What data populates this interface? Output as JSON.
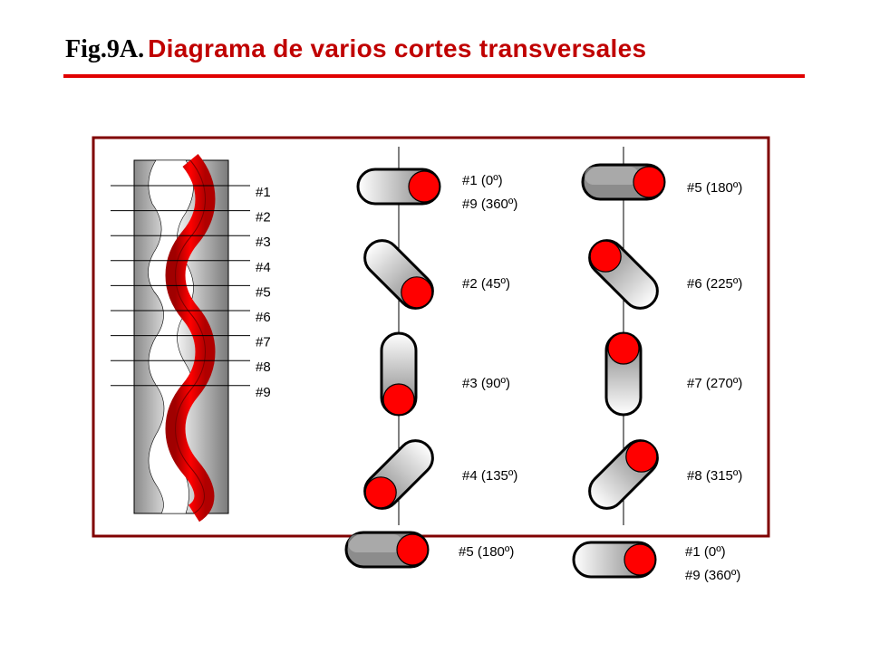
{
  "title": {
    "prefix": "Fig.9A.",
    "main": "Diagrama de varios cortes transversales"
  },
  "colors": {
    "title_text": "#c00000",
    "title_rule": "#e00000",
    "frame": "#800000",
    "red_dot": "#ff0000",
    "pill_gray": "#909090"
  },
  "sections": [
    "#1",
    "#2",
    "#3",
    "#4",
    "#5",
    "#6",
    "#7",
    "#8",
    "#9"
  ],
  "orientations": [
    {
      "label_1": "#1 (0º)",
      "label_2": "#9 (360º)"
    },
    {
      "label_1": "#2 (45º)"
    },
    {
      "label_1": "#3 (90º)"
    },
    {
      "label_1": "#4 (135º)"
    },
    {
      "label_1": "#5 (180º)"
    },
    {
      "label_1": "#5 (180º)"
    },
    {
      "label_1": "#6 (225º)"
    },
    {
      "label_1": "#7 (270º)"
    },
    {
      "label_1": "#8 (315º)"
    },
    {
      "label_1": "#1 (0º)",
      "label_2": "#9 (360º)"
    }
  ]
}
